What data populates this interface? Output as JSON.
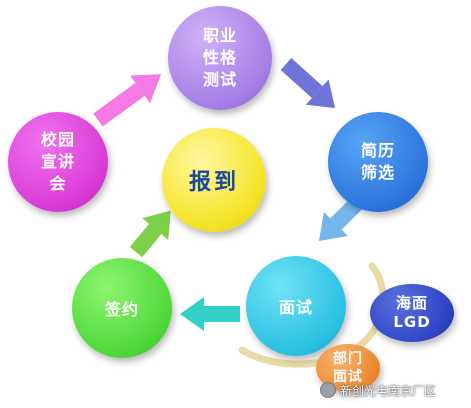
{
  "nodes": {
    "career_test": "职业\n性格\n测试",
    "campus_talk": "校园\n宣讲\n会",
    "resume_screening": "简历\n筛选",
    "report": "报到",
    "interview": "面试",
    "signing": "签约",
    "sea_lgd": "海面\nLGD",
    "dept_interview": "部门\n面试"
  },
  "watermark": {
    "text": "新创光电南京厂区"
  },
  "colors": {
    "arrow_pink": "#f67ae6",
    "arrow_indigo": "#6f74d8",
    "arrow_skyblue": "#74b6ec",
    "arrow_teal": "#32cfc9",
    "arrow_green": "#7ccf46",
    "ring": "#e6d79a"
  }
}
